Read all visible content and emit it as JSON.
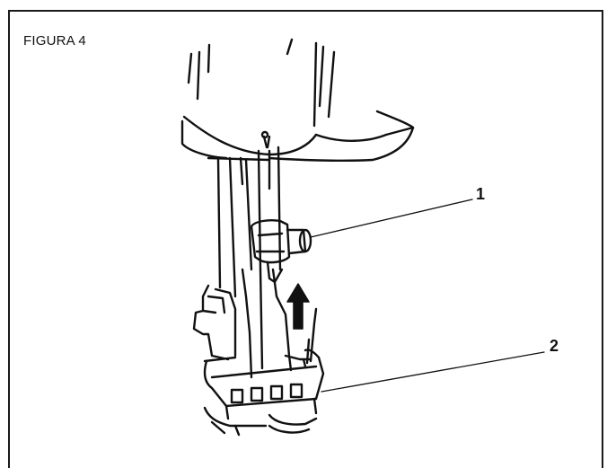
{
  "figure": {
    "title": "FIGURA 4"
  },
  "callouts": [
    {
      "label": "1"
    },
    {
      "label": "2"
    }
  ]
}
